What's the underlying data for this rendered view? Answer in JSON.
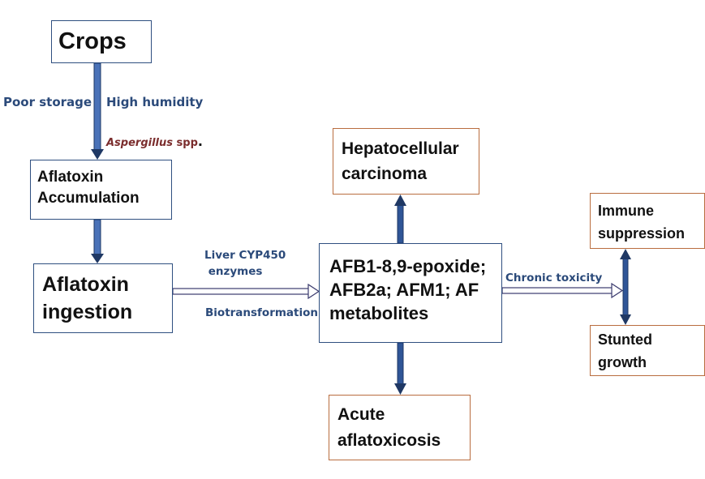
{
  "nodes": {
    "crops": "Crops",
    "accumulation": "Aflatoxin\nAccumulation",
    "ingestion": "Aflatoxin\ningestion",
    "metabolites": "AFB1-8,9-epoxide;\nAFB2a; AFM1; AF\nmetabolites",
    "hcc": "Hepatocellular\ncarcinoma",
    "acute": "Acute\naflatoxicosis",
    "immune": "Immune\nsuppression",
    "stunted": "Stunted\ngrowth"
  },
  "labels": {
    "poor_storage": "Poor storage",
    "high_humidity": "High humidity",
    "aspergillus_genus": "Aspergillus",
    "aspergillus_suffix": " spp",
    "aspergillus_dot": ".",
    "liver_enzymes": "Liver CYP450\n enzymes",
    "biotransformation": "Biotransformation",
    "chronic_toxicity": "Chronic toxicity"
  },
  "colors": {
    "arrow_blue": "#2f5597",
    "arrow_dark": "#1f3864",
    "label_blue": "#2b4a7a",
    "aspergillus": "#7b2d2d"
  }
}
